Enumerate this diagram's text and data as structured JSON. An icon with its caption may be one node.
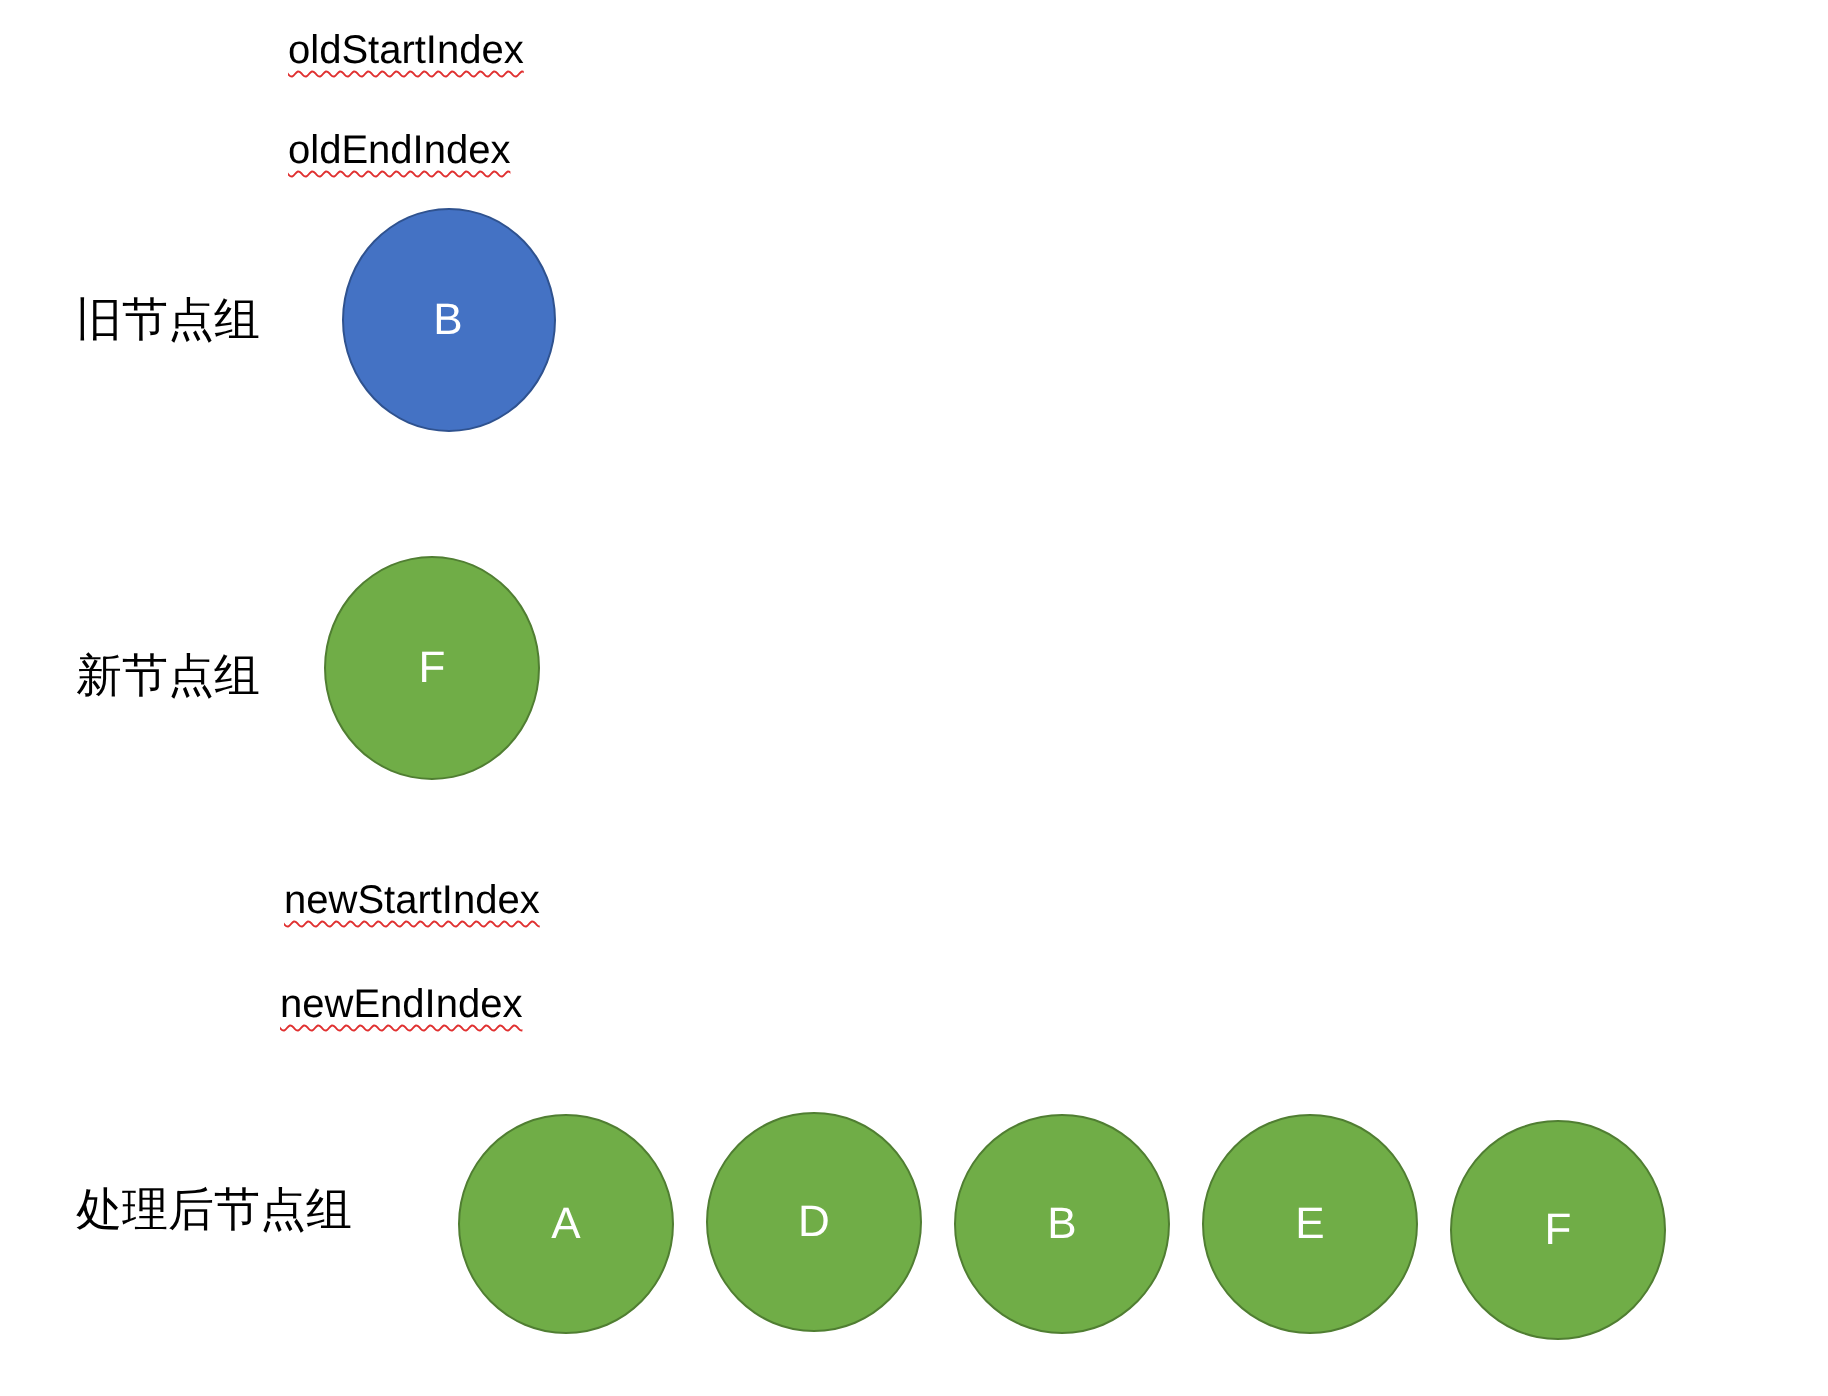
{
  "diagram": {
    "nodes": [
      {
        "text": [
          "B"
        ]
      },
      {
        "text": [
          "F"
        ]
      },
      {
        "text": [
          "A"
        ]
      },
      {
        "text": [
          "D"
        ]
      },
      {
        "text": [
          "B"
        ]
      },
      {
        "text": [
          "E"
        ]
      },
      {
        "text": [
          "F"
        ]
      }
    ],
    "labels": [
      "oldStartIndex",
      "oldEndIndex",
      "旧节点组",
      "新节点组",
      "newStartIndex",
      "newEndIndex",
      "处理后节点组"
    ]
  }
}
